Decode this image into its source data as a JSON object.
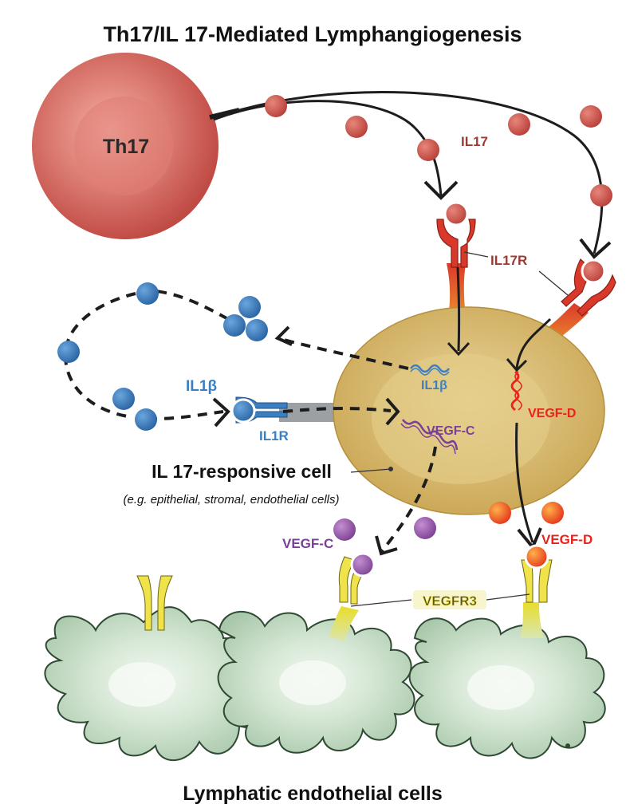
{
  "title": "Th17/IL 17-Mediated  Lymphangiogenesis",
  "labels": {
    "th17": "Th17",
    "il17": "IL17",
    "il17r": "IL17R",
    "il1b_left": "IL1β",
    "il1r": "IL1R",
    "il1b_mrna": "IL1β",
    "vegfc_mrna": "VEGF-C",
    "vegfd_mrna": "VEGF-D",
    "responsive_cell": "IL 17-responsive cell",
    "responsive_examples": "(e.g. epithelial, stromal, endothelial cells)",
    "vegfc_ligand": "VEGF-C",
    "vegfd_ligand": "VEGF-D",
    "vegfr3": "VEGFR3",
    "lymphatic": "Lymphatic endothelial cells"
  },
  "colors": {
    "th17": "#c9504b",
    "il17_text": "#9b3a33",
    "il1b_blue": "#3c7fc0",
    "vegfc_purple": "#7b3f98",
    "vegfd_red": "#e8231c",
    "responsive_cell": "#d9b865",
    "lymphatic_cell": "#c6ddc9",
    "receptor_yellow": "#f0e24a"
  }
}
